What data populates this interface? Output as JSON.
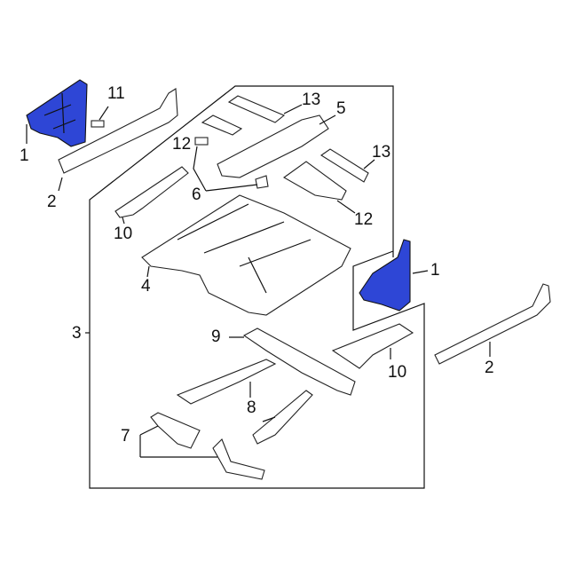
{
  "diagram": {
    "callouts": {
      "c1_left": "1",
      "c11": "11",
      "c2_left": "2",
      "c10_left": "10",
      "c4": "4",
      "c3": "3",
      "c12_top": "12",
      "c6": "6",
      "c13_top": "13",
      "c5": "5",
      "c13_right": "13",
      "c12_right": "12",
      "c1_right": "1",
      "c9": "9",
      "c10_right": "10",
      "c2_right": "2",
      "c8": "8",
      "c7": "7"
    },
    "colors": {
      "highlight": "#2e46d6",
      "line": "#111111"
    }
  }
}
